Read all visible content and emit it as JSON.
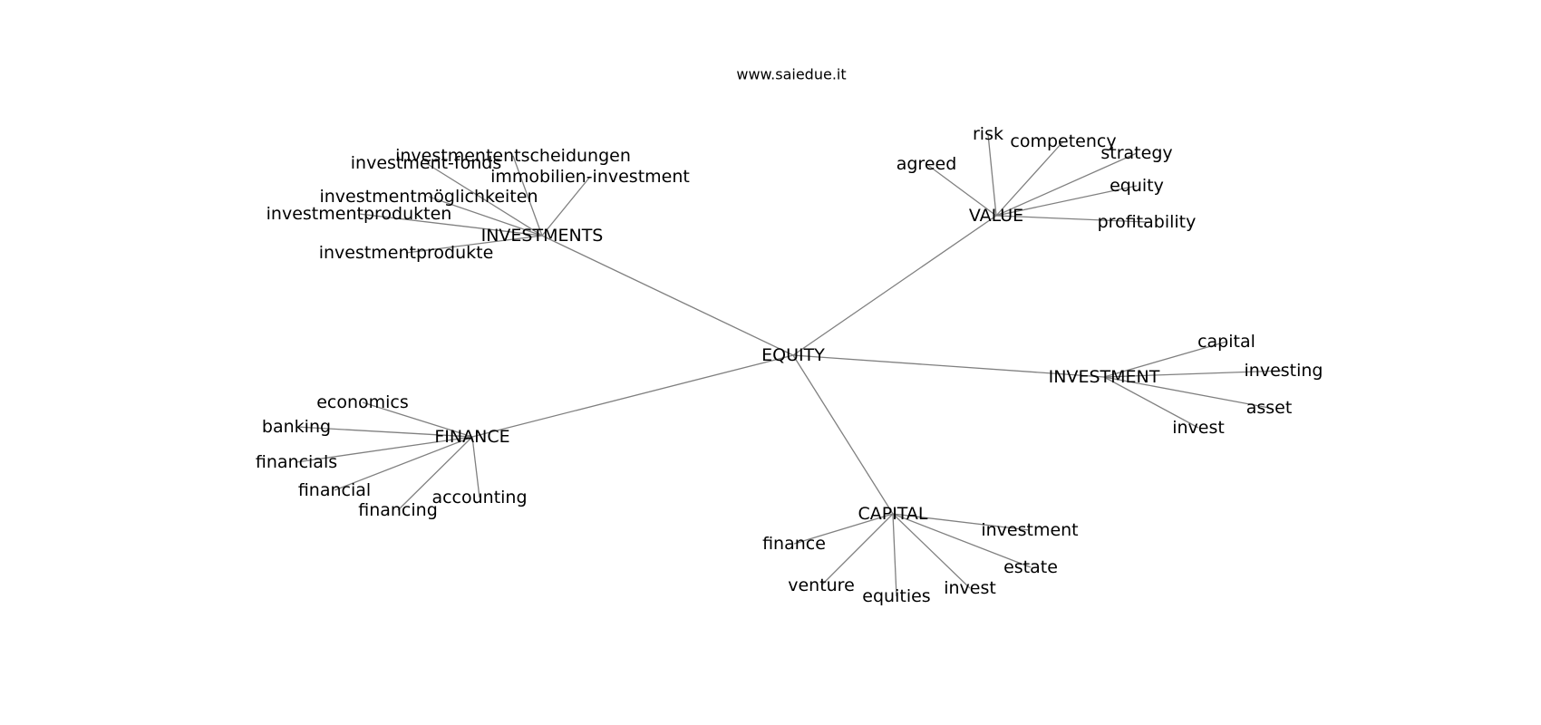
{
  "title": "www.saiedue.it",
  "graph": {
    "center": "EQUITY",
    "hubs": [
      {
        "label": "INVESTMENTS",
        "children": [
          "investmententscheidungen",
          "investment-fonds",
          "immobilien-investment",
          "investmentmöglichkeiten",
          "investmentprodukten",
          "investmentprodukte"
        ]
      },
      {
        "label": "VALUE",
        "children": [
          "risk",
          "competency",
          "agreed",
          "strategy",
          "equity",
          "profitability"
        ]
      },
      {
        "label": "INVESTMENT",
        "children": [
          "capital",
          "investing",
          "asset",
          "invest"
        ]
      },
      {
        "label": "FINANCE",
        "children": [
          "economics",
          "banking",
          "financials",
          "financial",
          "financing",
          "accounting"
        ]
      },
      {
        "label": "CAPITAL",
        "children": [
          "investment",
          "finance",
          "estate",
          "venture",
          "equities",
          "invest"
        ]
      }
    ]
  }
}
